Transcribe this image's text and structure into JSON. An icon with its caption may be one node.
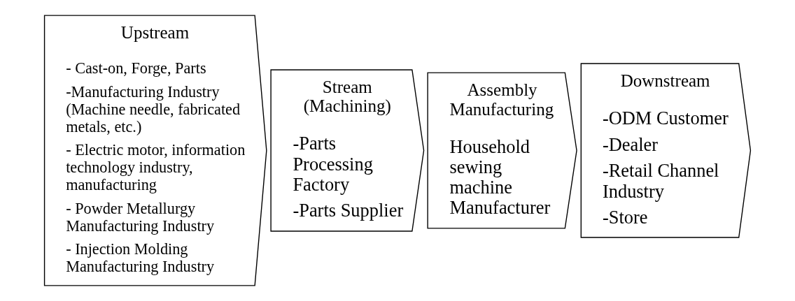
{
  "diagram": {
    "nodes": [
      {
        "text": [
          "Upstream",
          "- Cast-on, Forge, Parts",
          "-Manufacturing Industry (Machine needle, fabricated metals, etc.)",
          "- Electric motor, information technology industry, manufacturing",
          "- Powder Metallurgy Manufacturing Industry",
          "- Injection Molding Manufacturing Industry"
        ]
      },
      {
        "text": [
          "Stream (Machining)",
          "-Parts Processing Factory",
          "-Parts Supplier"
        ]
      },
      {
        "text": [
          "Assembly Manufacturing",
          "Household sewing machine Manufacturer"
        ]
      },
      {
        "text": [
          "Downstream",
          "-ODM Customer",
          "-Dealer",
          "-Retail Channel Industry",
          "-Store"
        ]
      }
    ],
    "edges": []
  }
}
